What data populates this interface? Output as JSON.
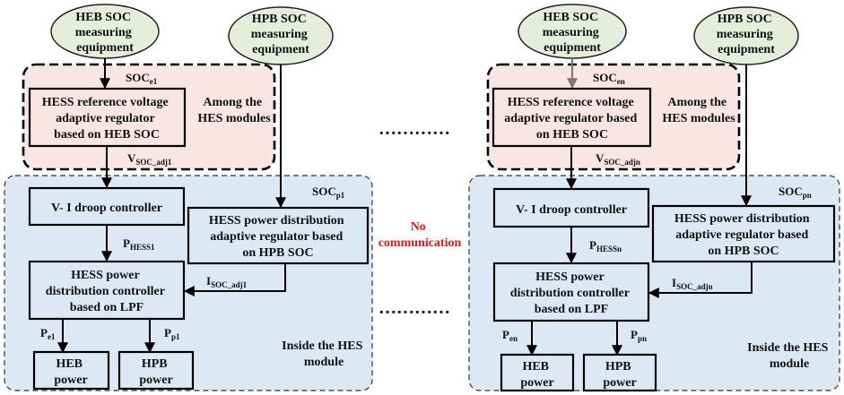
{
  "module1": {
    "heb_soc_equipment": [
      "HEB SOC",
      "measuring",
      "equipment"
    ],
    "hpb_soc_equipment": [
      "HPB SOC",
      "measuring",
      "equipment"
    ],
    "soc_e": {
      "base": "SOC",
      "sub": "e1"
    },
    "regulator_heb": [
      "HESS reference voltage",
      "adaptive regulator",
      "based on HEB SOC"
    ],
    "among_label": [
      "Among  the",
      "HES modules"
    ],
    "v_soc_adj": {
      "base": "V",
      "sub": "SOC_adj1"
    },
    "soc_p": {
      "base": "SOC",
      "sub": "p1"
    },
    "vi_droop": "V- I  droop controller",
    "regulator_hpb": [
      "HESS power distribution",
      "adaptive regulator based",
      "on HPB SOC"
    ],
    "p_hess": {
      "base": "P",
      "sub": "HESS1"
    },
    "i_soc_adj": {
      "base": "I",
      "sub": "SOC_adj1"
    },
    "dist_controller": [
      "HESS power",
      "distribution controller",
      "based on LPF"
    ],
    "p_e": {
      "base": "P",
      "sub": "e1"
    },
    "p_p": {
      "base": "P",
      "sub": "p1"
    },
    "heb_power": [
      "HEB",
      "power"
    ],
    "hpb_power": [
      "HPB",
      "power"
    ],
    "inside_label": [
      "Inside the HES",
      "module"
    ]
  },
  "modulen": {
    "heb_soc_equipment": [
      "HEB  SOC",
      "measuring",
      "equipment"
    ],
    "hpb_soc_equipment": [
      "HPB SOC",
      "measuring",
      "equipment"
    ],
    "soc_e": {
      "base": "SOC",
      "sub": "en"
    },
    "regulator_heb": [
      "HESS reference voltage",
      "adaptive regulator based",
      "on HEB SOC"
    ],
    "among_label": [
      "Among  the",
      "HES modules"
    ],
    "v_soc_adj": {
      "base": "V",
      "sub": "SOC_adjn"
    },
    "soc_p": {
      "base": "SOC",
      "sub": "pn"
    },
    "vi_droop": "V- I  droop controller",
    "regulator_hpb": [
      "HESS power distribution",
      "adaptive regulator based",
      "on HPB SOC"
    ],
    "p_hess": {
      "base": "P",
      "sub": "HESSn"
    },
    "i_soc_adj": {
      "base": "I",
      "sub": "SOC_adjn"
    },
    "dist_controller": [
      "HESS power",
      "distribution controller",
      "based on LPF"
    ],
    "p_e": {
      "base": "P",
      "sub": "en"
    },
    "p_p": {
      "base": "P",
      "sub": "pn"
    },
    "heb_power": [
      "HEB",
      "power"
    ],
    "hpb_power": [
      "HPB",
      "power"
    ],
    "inside_label": [
      "Inside the HES",
      "module"
    ]
  },
  "middle": {
    "dots": "…………",
    "no_communication": [
      "No",
      "communication"
    ]
  },
  "colors": {
    "ellipse_fill": "#e6eedb",
    "inside_fill": "#dce9f5",
    "among_fill": "#f9e5e3",
    "alert_red": "#e8141e"
  }
}
